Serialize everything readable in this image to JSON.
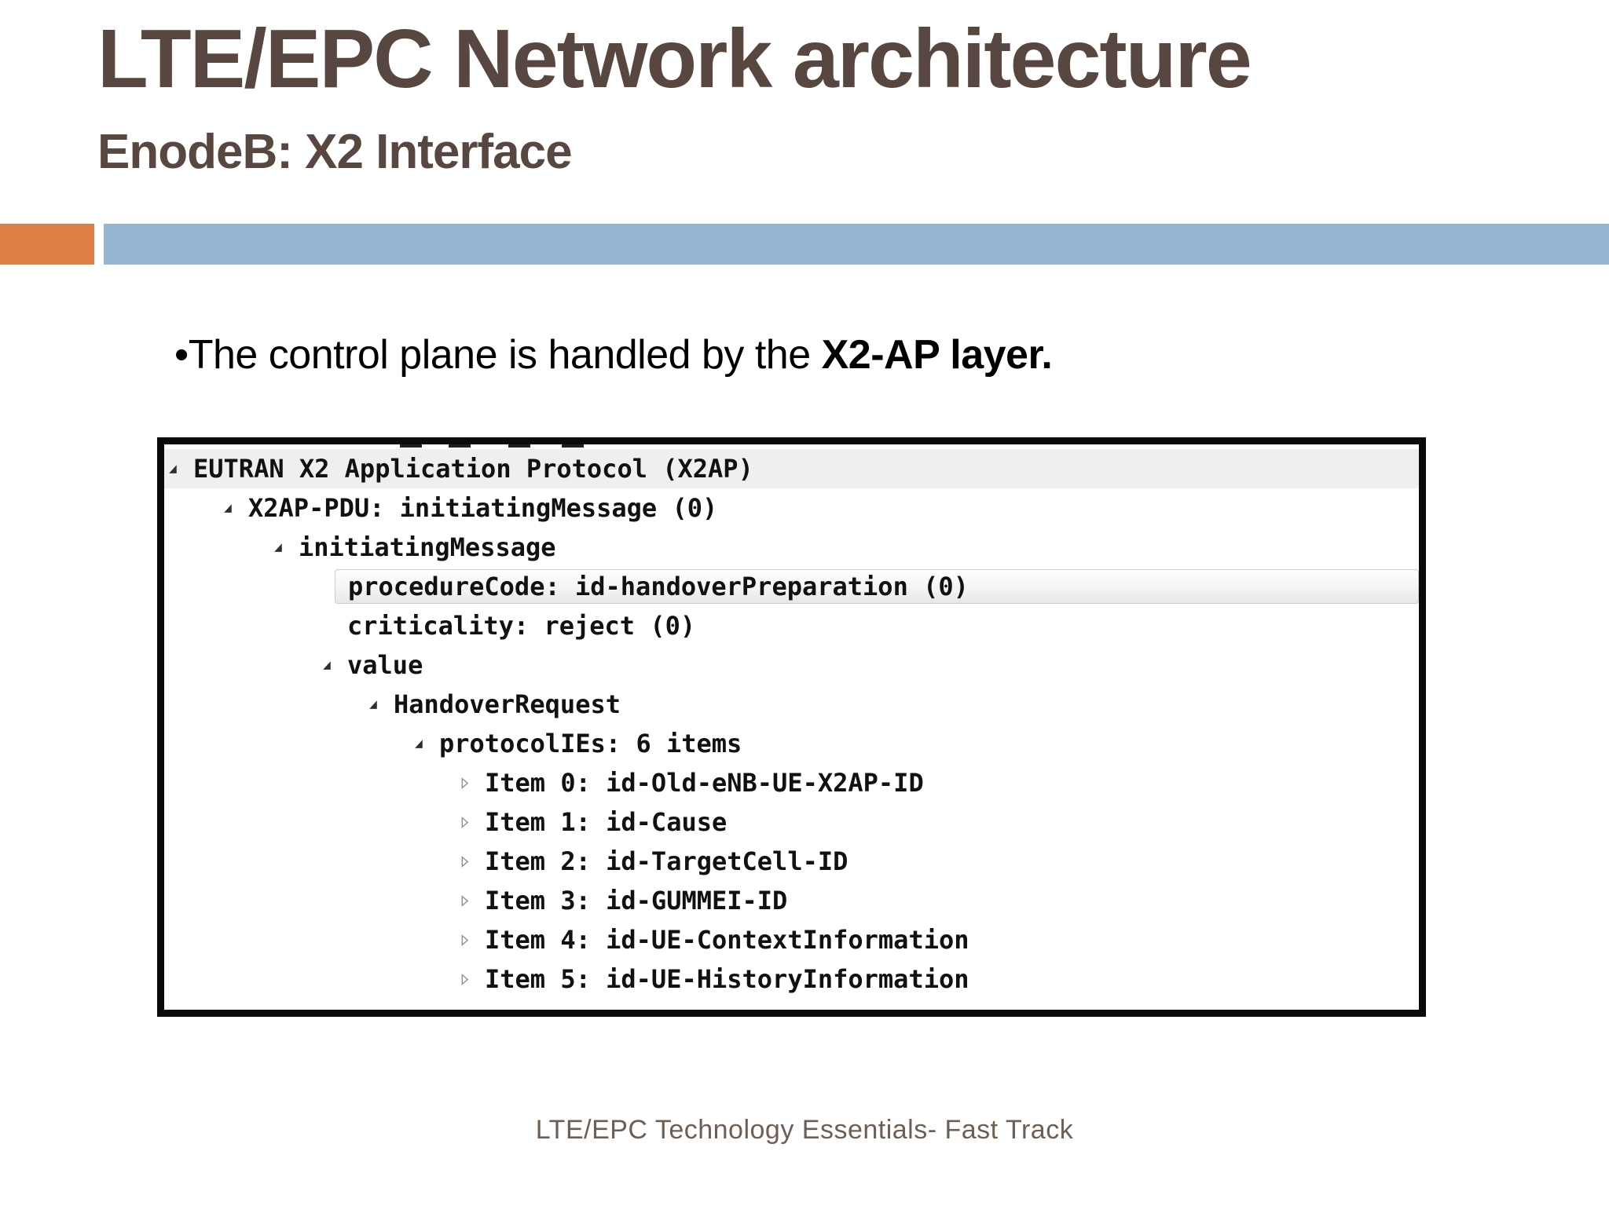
{
  "slide": {
    "title": "LTE/EPC Network architecture",
    "subtitle": "EnodeB: X2 Interface",
    "bullet": {
      "marker": "•",
      "text": "The control plane is handled by the ",
      "bold_text": "X2-AP layer."
    },
    "footer": "LTE/EPC Technology Essentials- Fast Track"
  },
  "colors": {
    "heading_brown": "#584740",
    "accent_orange": "#DD8047",
    "accent_blue": "#94B6D2",
    "tree_header_row_bg": "#EFEEF0",
    "selected_row_border": "#CDCDCD",
    "panel_border": "#0A0A0A",
    "footer_brown": "#6E5F55"
  },
  "tree": {
    "rows": [
      {
        "label": "EUTRAN X2 Application Protocol (X2AP)",
        "level": 0,
        "expander": "expanded",
        "row_style": "gray"
      },
      {
        "label": "X2AP-PDU: initiatingMessage (0)",
        "level": 1,
        "expander": "expanded",
        "row_style": ""
      },
      {
        "label": "initiatingMessage",
        "level": 2,
        "expander": "expanded",
        "row_style": ""
      },
      {
        "label": "procedureCode: id-handoverPreparation (0)",
        "level": 3,
        "expander": "none",
        "row_style": "selected"
      },
      {
        "label": "criticality: reject (0)",
        "level": 3,
        "expander": "none",
        "row_style": ""
      },
      {
        "label": "value",
        "level": 3,
        "expander": "expanded",
        "row_style": ""
      },
      {
        "label": "HandoverRequest",
        "level": 4,
        "expander": "expanded",
        "row_style": ""
      },
      {
        "label": "protocolIEs: 6 items",
        "level": 5,
        "expander": "expanded",
        "row_style": ""
      },
      {
        "label": "Item 0: id-Old-eNB-UE-X2AP-ID",
        "level": 6,
        "expander": "collapsed",
        "row_style": ""
      },
      {
        "label": "Item 1: id-Cause",
        "level": 6,
        "expander": "collapsed",
        "row_style": ""
      },
      {
        "label": "Item 2: id-TargetCell-ID",
        "level": 6,
        "expander": "collapsed",
        "row_style": ""
      },
      {
        "label": "Item 3: id-GUMMEI-ID",
        "level": 6,
        "expander": "collapsed",
        "row_style": ""
      },
      {
        "label": "Item 4: id-UE-ContextInformation",
        "level": 6,
        "expander": "collapsed",
        "row_style": ""
      },
      {
        "label": "Item 5: id-UE-HistoryInformation",
        "level": 6,
        "expander": "collapsed",
        "row_style": ""
      }
    ]
  }
}
